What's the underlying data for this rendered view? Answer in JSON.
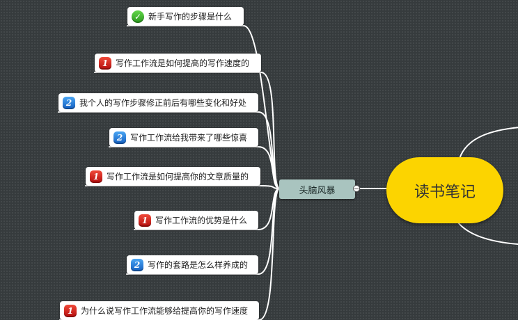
{
  "central_topic": "读书笔记",
  "main_branch": "头脑风暴",
  "subtopics": [
    {
      "text": "新手写作的步骤是什么",
      "marker": "done",
      "marker_label": "✓"
    },
    {
      "text": "写作工作流是如何提高的写作速度的",
      "marker": "p1",
      "marker_label": "1"
    },
    {
      "text": "我个人的写作步骤修正前后有哪些变化和好处",
      "marker": "p2",
      "marker_label": "2"
    },
    {
      "text": "写作工作流给我带来了哪些惊喜",
      "marker": "p2",
      "marker_label": "2"
    },
    {
      "text": "写作工作流是如何提高你的文章质量的",
      "marker": "p1",
      "marker_label": "1"
    },
    {
      "text": "写作工作流的优势是什么",
      "marker": "p1",
      "marker_label": "1"
    },
    {
      "text": "写作的套路是怎么样养成的",
      "marker": "p2",
      "marker_label": "2"
    },
    {
      "text": "为什么说写作工作流能够给提高你的写作速度",
      "marker": "p1",
      "marker_label": "1"
    }
  ],
  "colors": {
    "background": "#363b3d",
    "central_fill": "#fcd400",
    "branch_fill": "#a9c4bf",
    "priority_1": "#d0201a",
    "priority_2": "#2a7fdc",
    "task_done": "#3db52c"
  }
}
